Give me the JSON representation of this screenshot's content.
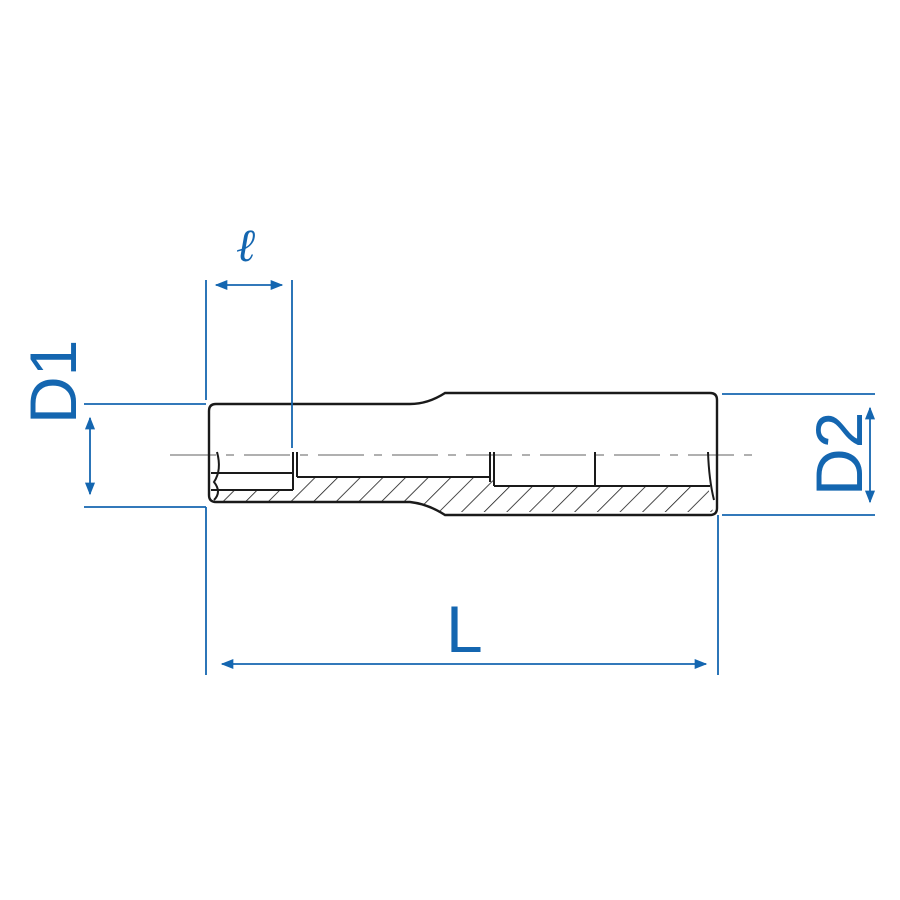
{
  "diagram": {
    "type": "technical-drawing",
    "subject": "deep socket cross-section",
    "colors": {
      "dimension": "#1466b0",
      "outline": "#1a1a1a",
      "centerline": "#b0b0b0",
      "background": "#ffffff"
    },
    "labels": {
      "bore_depth": "ℓ",
      "drive_end_diameter": "D1",
      "outer_diameter": "D2",
      "overall_length": "L"
    }
  }
}
